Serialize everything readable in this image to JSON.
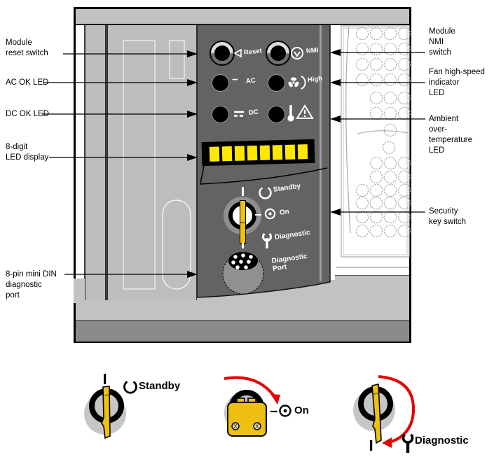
{
  "figure_title_hint": "module front panel diagram",
  "callouts": {
    "left": [
      {
        "lines": [
          "Module",
          "reset switch"
        ]
      },
      {
        "lines": [
          "AC OK LED"
        ]
      },
      {
        "lines": [
          "DC OK LED"
        ]
      },
      {
        "lines": [
          "8-digit",
          "LED display"
        ]
      },
      {
        "lines": [
          "8-pin mini DIN",
          "diagnostic",
          "port"
        ]
      }
    ],
    "right": [
      {
        "lines": [
          "Module",
          "NMI",
          "switch"
        ]
      },
      {
        "lines": [
          "Fan high-speed",
          "indicator",
          "LED"
        ]
      },
      {
        "lines": [
          "Ambient",
          "over-",
          "temperature",
          "LED"
        ]
      },
      {
        "lines": [
          "Security",
          "key switch"
        ]
      }
    ]
  },
  "panel": {
    "reset_label": "Reset",
    "nmi_label": "NMI",
    "ac_label": "AC",
    "fan_label": "High",
    "dc_label": "DC",
    "keyswitch": {
      "standby_label": "Standby",
      "on_label": "On",
      "diagnostic_label": "Diagnostic"
    },
    "diag_port": {
      "line1": "Diagnostic",
      "line2": "Port"
    },
    "display": {
      "segments": 8
    }
  },
  "key_positions": {
    "standby_label": "Standby",
    "on_label": "On",
    "diagnostic_label": "Diagnostic"
  },
  "colors": {
    "led_yellow": "#ffe800",
    "key_yellow": "#eec011",
    "arrow_red": "#e60000",
    "panel_dark": "#636363",
    "chassis_light": "#c2c2c2",
    "chassis_mid": "#bdbdbd",
    "band_dark": "#8a8a8a"
  }
}
